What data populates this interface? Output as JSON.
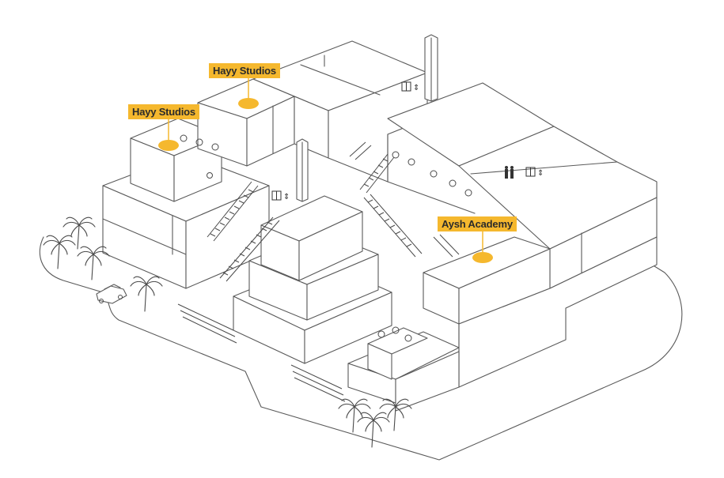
{
  "map": {
    "colors": {
      "highlight": "#f5b82e",
      "line": "#5a5a5a",
      "background": "#ffffff"
    },
    "locations": [
      {
        "id": "hayy-studios-1",
        "name": "Hayy Studios"
      },
      {
        "id": "hayy-studios-2",
        "name": "Hayy Studios"
      },
      {
        "id": "aysh-academy",
        "name": "Aysh Academy"
      }
    ],
    "icons": [
      {
        "name": "elevator-icon"
      },
      {
        "name": "elevator-icon"
      },
      {
        "name": "elevator-icon"
      },
      {
        "name": "restroom-icon"
      }
    ]
  }
}
